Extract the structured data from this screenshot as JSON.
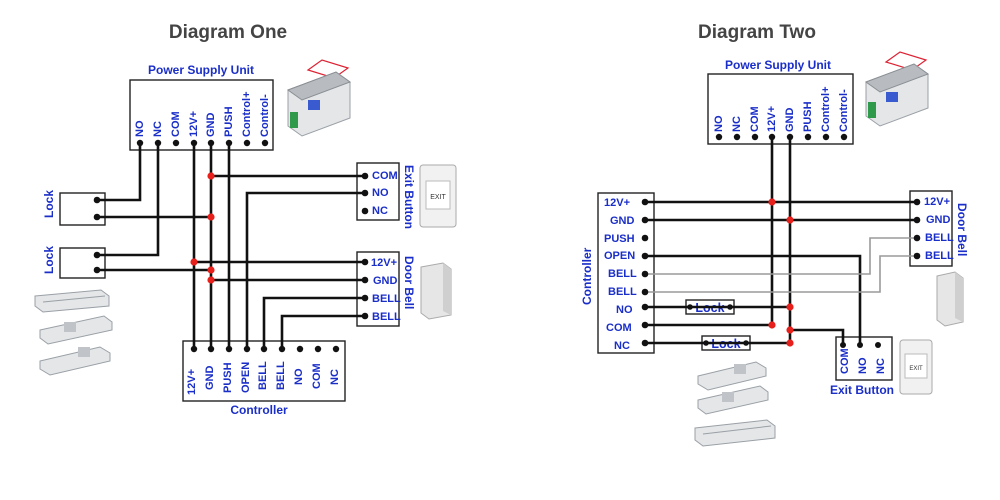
{
  "diagram_one": {
    "title": "Diagram One",
    "psu_label": "Power Supply Unit",
    "psu_pins": [
      "NO",
      "NC",
      "COM",
      "12V+",
      "GND",
      "PUSH",
      "Control+",
      "Control-"
    ],
    "lock_labels": [
      "Lock",
      "Lock"
    ],
    "exit_label": "Exit Button",
    "exit_pins": [
      "COM",
      "NO",
      "NC"
    ],
    "bell_label": "Door Bell",
    "bell_pins": [
      "12V+",
      "GND",
      "BELL",
      "BELL"
    ],
    "controller_label": "Controller",
    "controller_pins": [
      "12V+",
      "GND",
      "PUSH",
      "OPEN",
      "BELL",
      "BELL",
      "NO",
      "COM",
      "NC"
    ]
  },
  "diagram_two": {
    "title": "Diagram Two",
    "psu_label": "Power Supply Unit",
    "psu_pins": [
      "NO",
      "NC",
      "COM",
      "12V+",
      "GND",
      "PUSH",
      "Control+",
      "Control-"
    ],
    "controller_label": "Controller",
    "controller_pins": [
      "12V+",
      "GND",
      "PUSH",
      "OPEN",
      "BELL",
      "BELL",
      "NO",
      "COM",
      "NC"
    ],
    "bell_pins": [
      "12V+",
      "GND",
      "BELL",
      "BELL"
    ],
    "bell_label": "Door Bell",
    "lock_labels": [
      "Lock",
      "Lock"
    ],
    "exit_label": "Exit Button",
    "exit_pins": [
      "COM",
      "NO",
      "NC"
    ]
  },
  "device_text": {
    "exit_plate": "EXIT"
  }
}
